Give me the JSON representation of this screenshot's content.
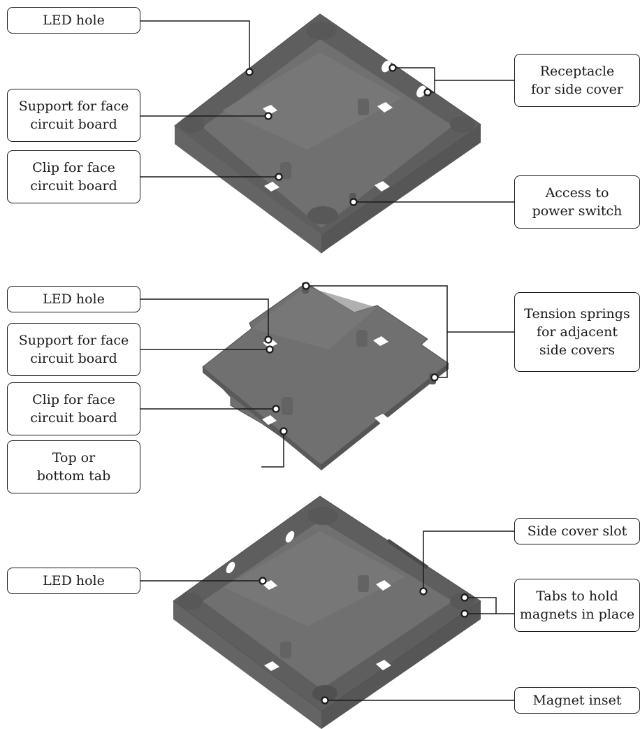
{
  "figure": {
    "colors": {
      "part": "#707070",
      "part_dark": "#5e5e5e",
      "part_edge": "#4f4f4f",
      "part_light": "#7b7b7b",
      "hole": "#ffffff",
      "line": "#1a1a1a",
      "marker_fill": "#ffffff"
    },
    "panels": [
      {
        "name": "housing-top-view",
        "callouts": [
          {
            "id": "led-hole-1",
            "text": "LED hole"
          },
          {
            "id": "support-face-1",
            "text": "Support for face\ncircuit board"
          },
          {
            "id": "clip-face-1",
            "text": "Clip for face\ncircuit board"
          },
          {
            "id": "receptacle-side-cover",
            "text": "Receptacle\nfor side cover"
          },
          {
            "id": "access-power-switch",
            "text": "Access to\npower switch"
          }
        ]
      },
      {
        "name": "face-plate-view",
        "callouts": [
          {
            "id": "led-hole-2",
            "text": "LED hole"
          },
          {
            "id": "support-face-2",
            "text": "Support for face\ncircuit board"
          },
          {
            "id": "clip-face-2",
            "text": "Clip for face\ncircuit board"
          },
          {
            "id": "top-bottom-tab",
            "text": "Top or\nbottom tab"
          },
          {
            "id": "tension-springs",
            "text": "Tension springs\nfor adjacent\nside covers"
          }
        ]
      },
      {
        "name": "housing-bottom-view",
        "callouts": [
          {
            "id": "led-hole-3",
            "text": "LED hole"
          },
          {
            "id": "side-cover-slot",
            "text": "Side cover slot"
          },
          {
            "id": "tabs-hold-magnets",
            "text": "Tabs to hold\nmagnets in place"
          },
          {
            "id": "magnet-inset",
            "text": "Magnet inset"
          }
        ]
      }
    ]
  }
}
